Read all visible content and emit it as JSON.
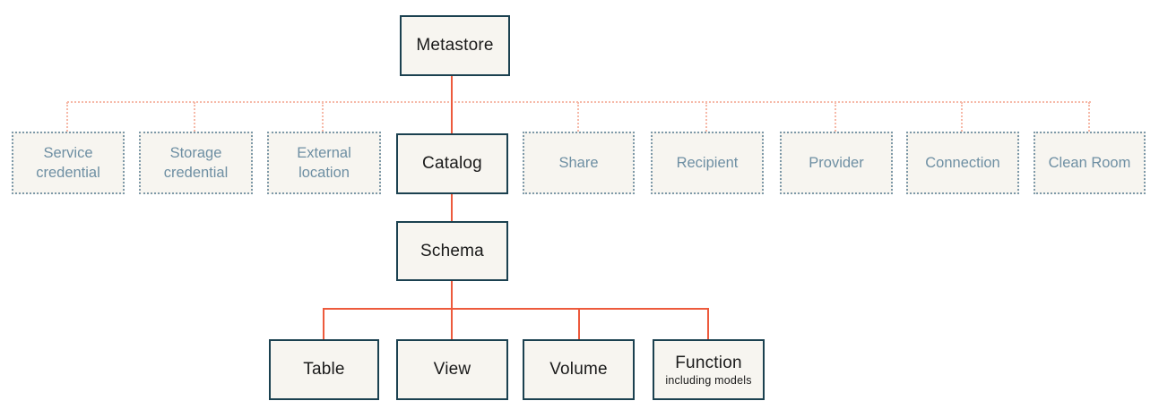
{
  "colors": {
    "solid_line": "#ED5A3C",
    "dotted_line": "#F6B9A8",
    "solid_box_border": "#1B4150",
    "dotted_box_border": "#7E99A8",
    "box_fill": "#F7F5F0",
    "solid_box_text": "#1A1A1A",
    "dotted_box_text": "#6E8FA3",
    "background": "#FFFFFF"
  },
  "nodes": {
    "metastore": {
      "label": "Metastore"
    },
    "catalog": {
      "label": "Catalog"
    },
    "schema": {
      "label": "Schema"
    },
    "metastore_level": [
      {
        "label": "Service credential"
      },
      {
        "label": "Storage credential"
      },
      {
        "label": "External location"
      },
      {
        "label": "Share"
      },
      {
        "label": "Recipient"
      },
      {
        "label": "Provider"
      },
      {
        "label": "Connection"
      },
      {
        "label": "Clean Room"
      }
    ],
    "schema_level": [
      {
        "label": "Table"
      },
      {
        "label": "View"
      },
      {
        "label": "Volume"
      },
      {
        "label": "Function",
        "sublabel": "including models"
      }
    ]
  }
}
